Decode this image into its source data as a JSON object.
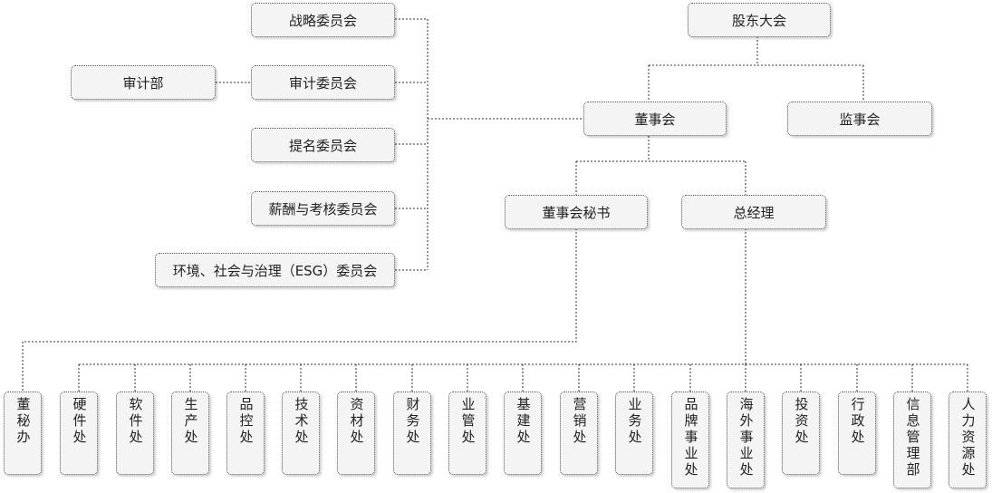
{
  "top": {
    "shareholders": "股东大会",
    "board": "董事会",
    "supervisors": "监事会",
    "board_secretary": "董事会秘书",
    "general_manager": "总经理"
  },
  "committees": {
    "strategy": "战略委员会",
    "audit": "审计委员会",
    "audit_dept": "审计部",
    "nomination": "提名委员会",
    "compensation": "薪酬与考核委员会",
    "esg": "环境、社会与治理（ESG）委员会"
  },
  "departments": [
    "董秘办",
    "硬件处",
    "软件处",
    "生产处",
    "品控处",
    "技术处",
    "资材处",
    "财务处",
    "业管处",
    "基建处",
    "营销处",
    "业务处",
    "品牌事业处",
    "海外事业处",
    "投资处",
    "行政处",
    "信息管理部",
    "人力资源处"
  ]
}
